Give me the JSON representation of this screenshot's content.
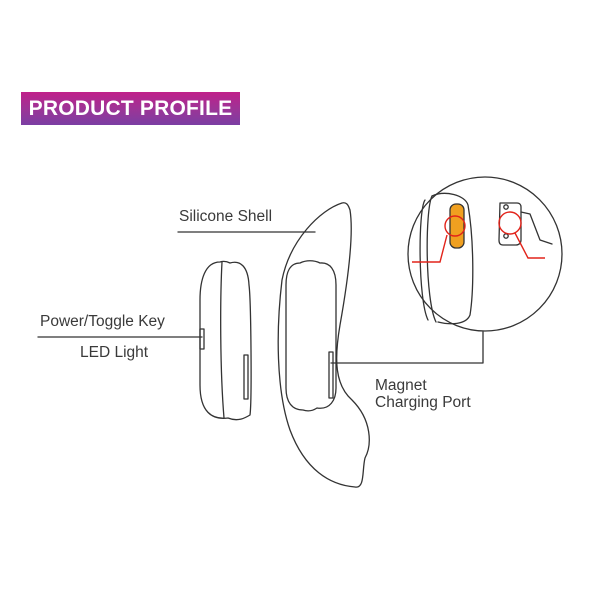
{
  "header": {
    "title": "PRODUCT PROFILE"
  },
  "labels": {
    "silicone_shell": "Silicone Shell",
    "power_toggle_key": "Power/Toggle Key",
    "led_light": "LED Light",
    "magnet": "Magnet",
    "charging_port": "Charging Port"
  },
  "colors": {
    "banner_top": "#c0208a",
    "banner_bottom": "#7b3ea3",
    "line": "#333333",
    "highlight": "#e2231a",
    "contact": "#f0a020"
  }
}
